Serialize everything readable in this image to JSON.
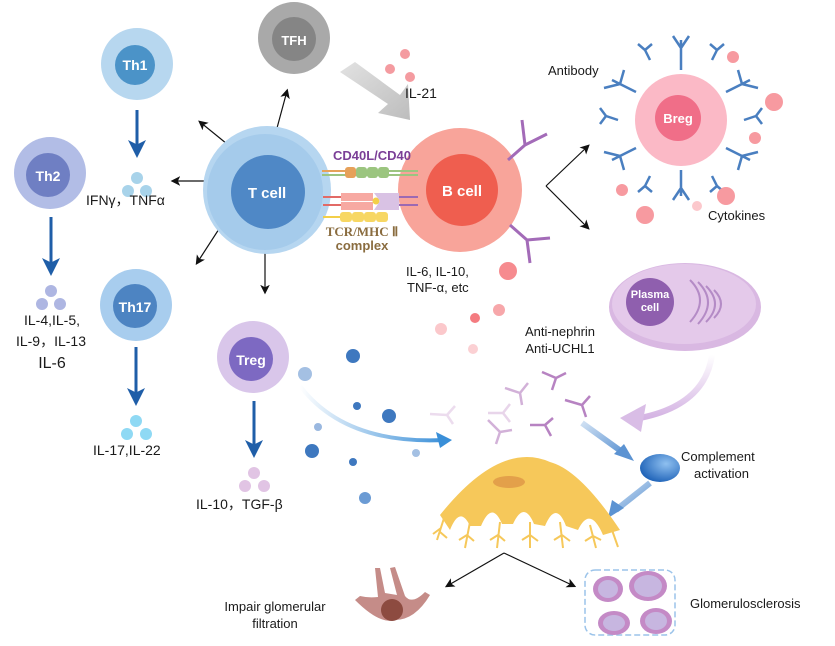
{
  "cells": {
    "th1": "Th1",
    "th2": "Th2",
    "th17": "Th17",
    "tfh": "TFH",
    "treg": "Treg",
    "tcell": "T cell",
    "bcell": "B cell",
    "breg": "Breg",
    "plasma_line1": "Plasma",
    "plasma_line2": "cell"
  },
  "labels": {
    "th1_cytokines": "IFNγ，TNFα",
    "th2_cytokines_line1": "IL-4,IL-5,",
    "th2_cytokines_line2": "IL-9，IL-13",
    "th2_cytokines_line3": "IL-6",
    "th17_cytokines": "IL-17,IL-22",
    "treg_cytokines": "IL-10，TGF-β",
    "tfh_cytokine": "IL-21",
    "cd40": "CD40L/CD40",
    "tcr_line1": "TCR/MHC Ⅱ",
    "tcr_line2": "complex",
    "bcell_cytokines_line1": "IL-6, IL-10,",
    "bcell_cytokines_line2": "TNF-α, etc",
    "antibody": "Antibody",
    "cytokines": "Cytokines",
    "autoab_line1": "Anti-nephrin",
    "autoab_line2": "Anti-UCHL1",
    "complement_line1": "Complement",
    "complement_line2": "activation",
    "impair_line1": "Impair glomerular",
    "impair_line2": "filtration",
    "glomerulosclerosis": "Glomerulosclerosis"
  },
  "colors": {
    "tcell": "#5b8ec9",
    "bcell": "#f0685e",
    "breg": "#f0708a",
    "treg": "#7e6bc4",
    "tfh": "#8f8f8f",
    "antibody_blue": "#4a7fc0",
    "antibody_purple": "#a36bb8",
    "podocyte": "#f6c85a",
    "arrow_blue": "#1f5ea8"
  }
}
